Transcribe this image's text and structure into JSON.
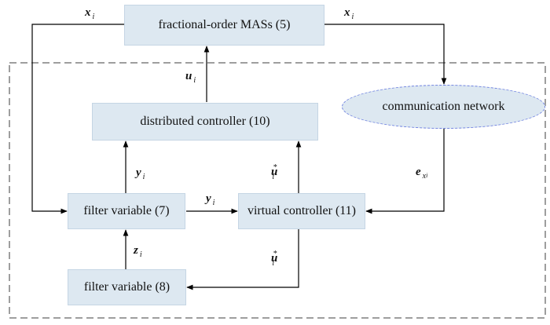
{
  "blocks": {
    "mas": "fractional-order MASs (5)",
    "network": "communication network",
    "distributed": "distributed controller (10)",
    "filter7": "filter variable (7)",
    "virtual": "virtual controller (11)",
    "filter8": "filter variable (8)"
  },
  "labels": {
    "x_left": {
      "main": "x",
      "sub": "i"
    },
    "x_right": {
      "main": "x",
      "sub": "i"
    },
    "u": {
      "main": "u",
      "sub": "i"
    },
    "y_up": {
      "main": "y",
      "sub": "i"
    },
    "y_mid": {
      "main": "y",
      "sub": "i"
    },
    "u_star_up": {
      "main": "u",
      "sup": "*",
      "sub": "i"
    },
    "u_star_down": {
      "main": "u",
      "sup": "*",
      "sub": "i"
    },
    "z": {
      "main": "z",
      "sub": "i"
    },
    "e": {
      "main": "e",
      "sub": "x",
      "sub2": "i"
    }
  },
  "colors": {
    "block_fill": "#dde8f1",
    "network_border": "#6d7fe0",
    "frame": "#7f7f7f"
  }
}
